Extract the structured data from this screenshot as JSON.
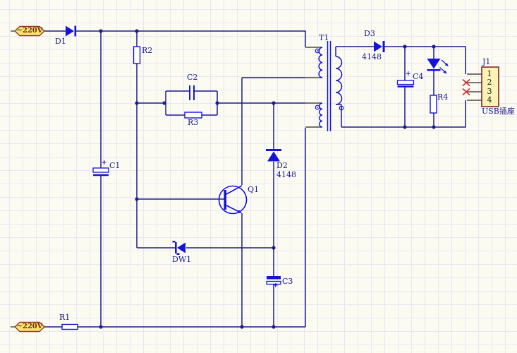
{
  "canvas": {
    "ports": {
      "top": "~220V",
      "bottom": "~220V"
    },
    "labels": {
      "d1": "D1",
      "r1": "R1",
      "r2": "R2",
      "r3": "R3",
      "r4": "R4",
      "c1": "C1",
      "c2": "C2",
      "c3": "C3",
      "c4": "C4",
      "d2": "D2",
      "d2_value": "4148",
      "d3": "D3",
      "d3_value": "4148",
      "q1": "Q1",
      "dw1": "DW1",
      "t1": "T1",
      "j1": "J1",
      "j1_caption": "USB插座",
      "plus": "+"
    },
    "j1_pins": [
      "1",
      "2",
      "3",
      "4"
    ],
    "colors": {
      "background": "#FCFBF2",
      "grid": "#E8E7F2",
      "wire": "#1D1D8C",
      "component": "#1414D8",
      "pin_stub": "#4A4A40",
      "port_fill": "#FAE66E",
      "port_border": "#8B3A26",
      "port_text": "#7A2812",
      "connector_fill": "#FBF3B6",
      "connector_border": "#7B1B1B",
      "error_mark": "#D42A2A",
      "label_text": "#16168C"
    }
  }
}
